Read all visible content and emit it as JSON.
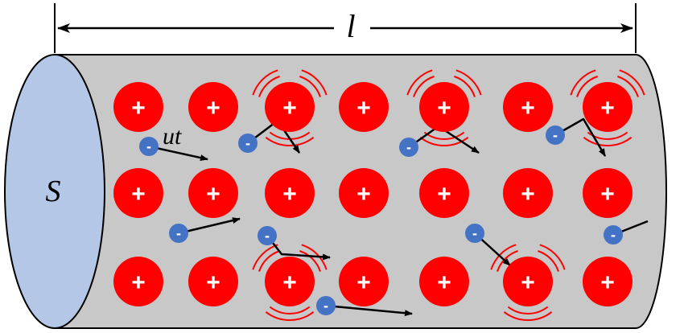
{
  "labels": {
    "length": "l",
    "area": "S",
    "displacement": "ut"
  },
  "symbols": {
    "ion": "+",
    "electron": "-"
  },
  "colors": {
    "cylinder_body": "#c8c8c8",
    "cylinder_face": "#b4c7e7",
    "ion": "#ff0000",
    "electron": "#4472c4",
    "vibration": "#ff0000",
    "arrow": "#000000"
  }
}
